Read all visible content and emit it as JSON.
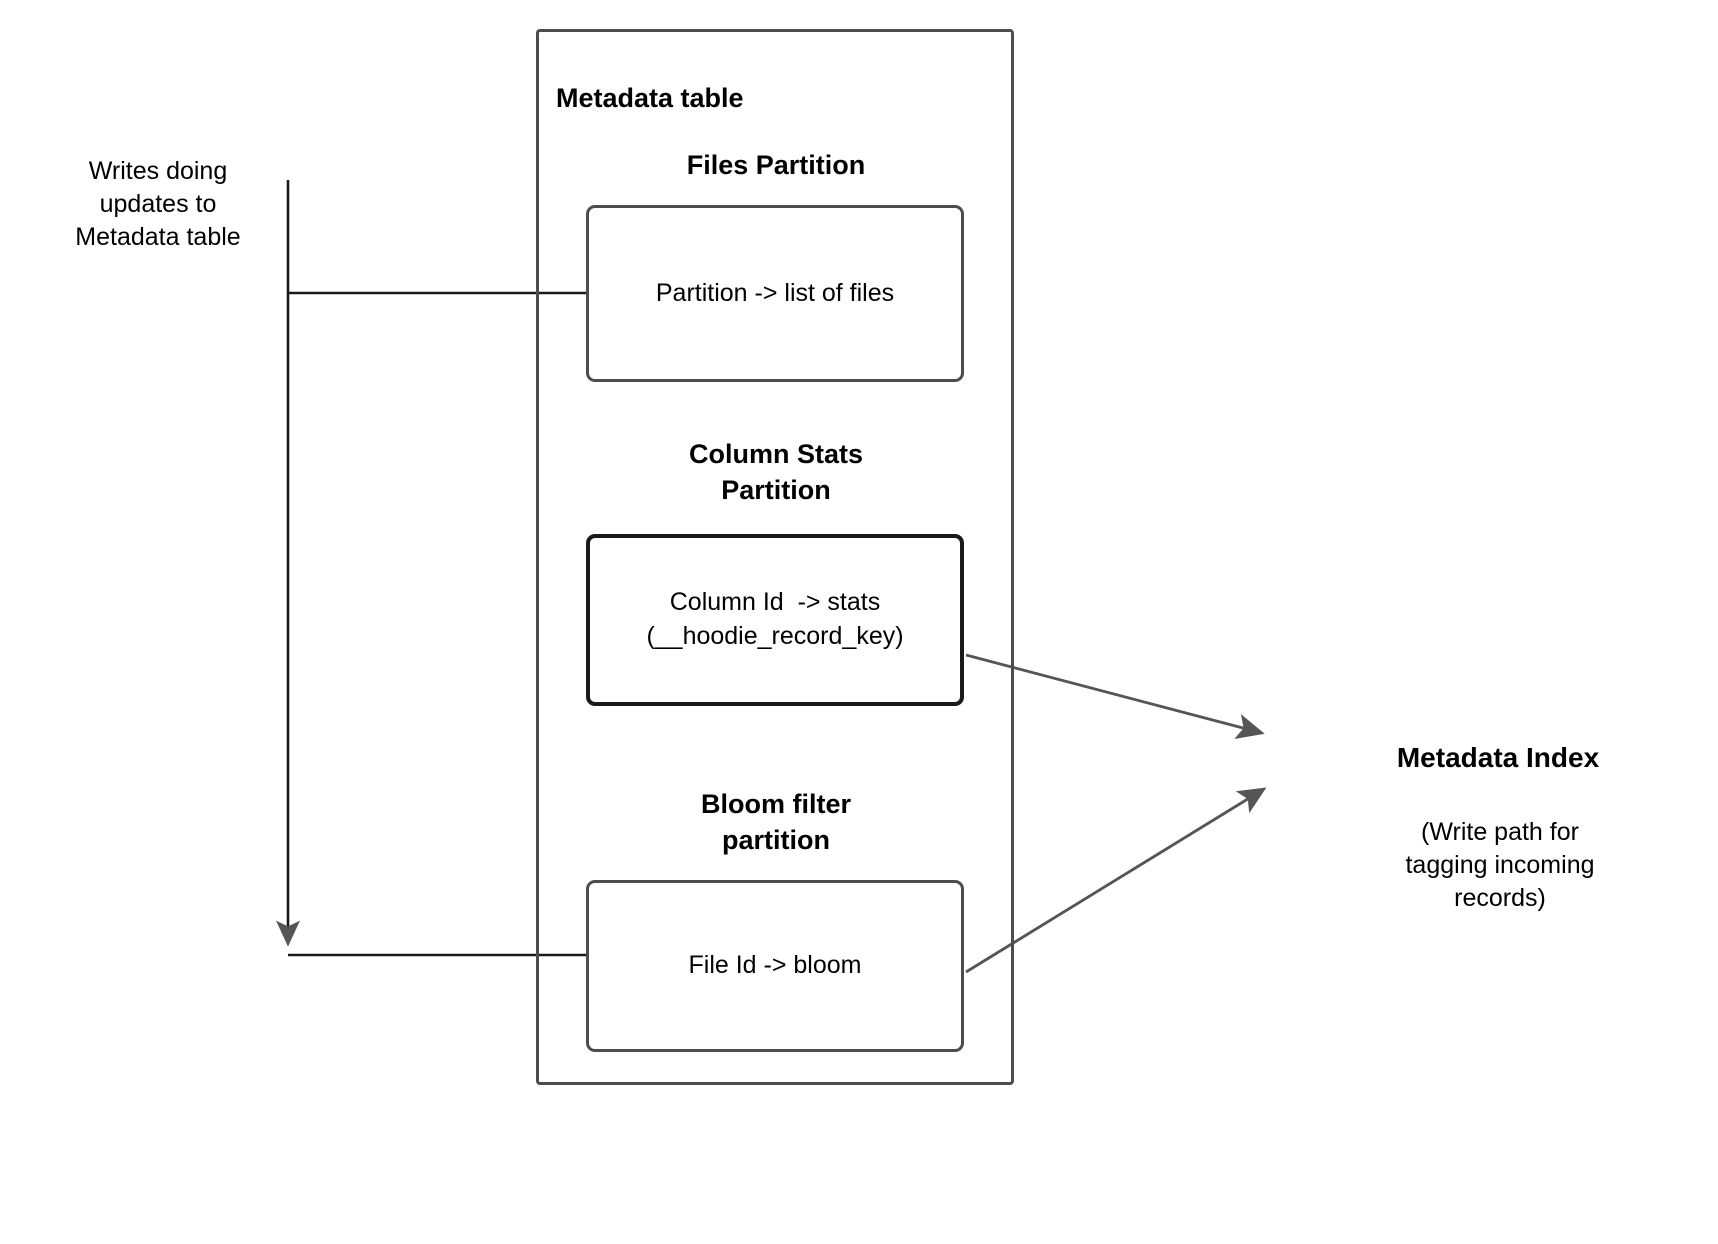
{
  "diagram": {
    "left_note": "Writes doing\nupdates to\nMetadata table",
    "container": {
      "title": "Metadata table"
    },
    "sections": [
      {
        "heading": "Files Partition",
        "box_text": "Partition -> list of files"
      },
      {
        "heading": "Column Stats\nPartition",
        "box_text": "Column Id  -> stats\n(__hoodie_record_key)"
      },
      {
        "heading": "Bloom filter\npartition",
        "box_text": "File Id -> bloom"
      }
    ],
    "right_label": {
      "title": "Metadata Index",
      "caption": "(Write path for\ntagging incoming\nrecords)"
    },
    "colors": {
      "stroke": "#4d4d4d",
      "strong_stroke": "#1a1a1a",
      "text": "#000000",
      "background": "#ffffff"
    }
  }
}
